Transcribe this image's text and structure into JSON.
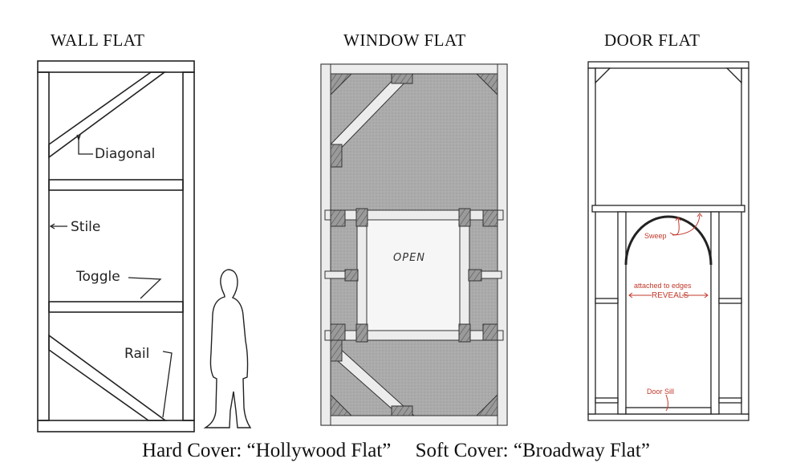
{
  "titles": {
    "wall": "WALL FLAT",
    "window": "WINDOW FLAT",
    "door": "DOOR FLAT"
  },
  "wall_labels": {
    "diagonal": "Diagonal",
    "stile": "Stile",
    "toggle": "Toggle",
    "rail": "Rail"
  },
  "window_label": {
    "open": "OPEN"
  },
  "door_labels": {
    "sweep": "Sweep",
    "attached": "attached to edges",
    "reveals": "REVEALS",
    "door_sill": "Door Sill"
  },
  "caption": {
    "hard_cover": "Hard Cover: “Hollywood Flat”",
    "soft_cover": "Soft Cover: “Broadway Flat”"
  },
  "colors": {
    "line": "#222222",
    "gray_fill": "#a9a9a9",
    "wood": "#8a8a8a",
    "annotation_red": "#c0392b"
  }
}
